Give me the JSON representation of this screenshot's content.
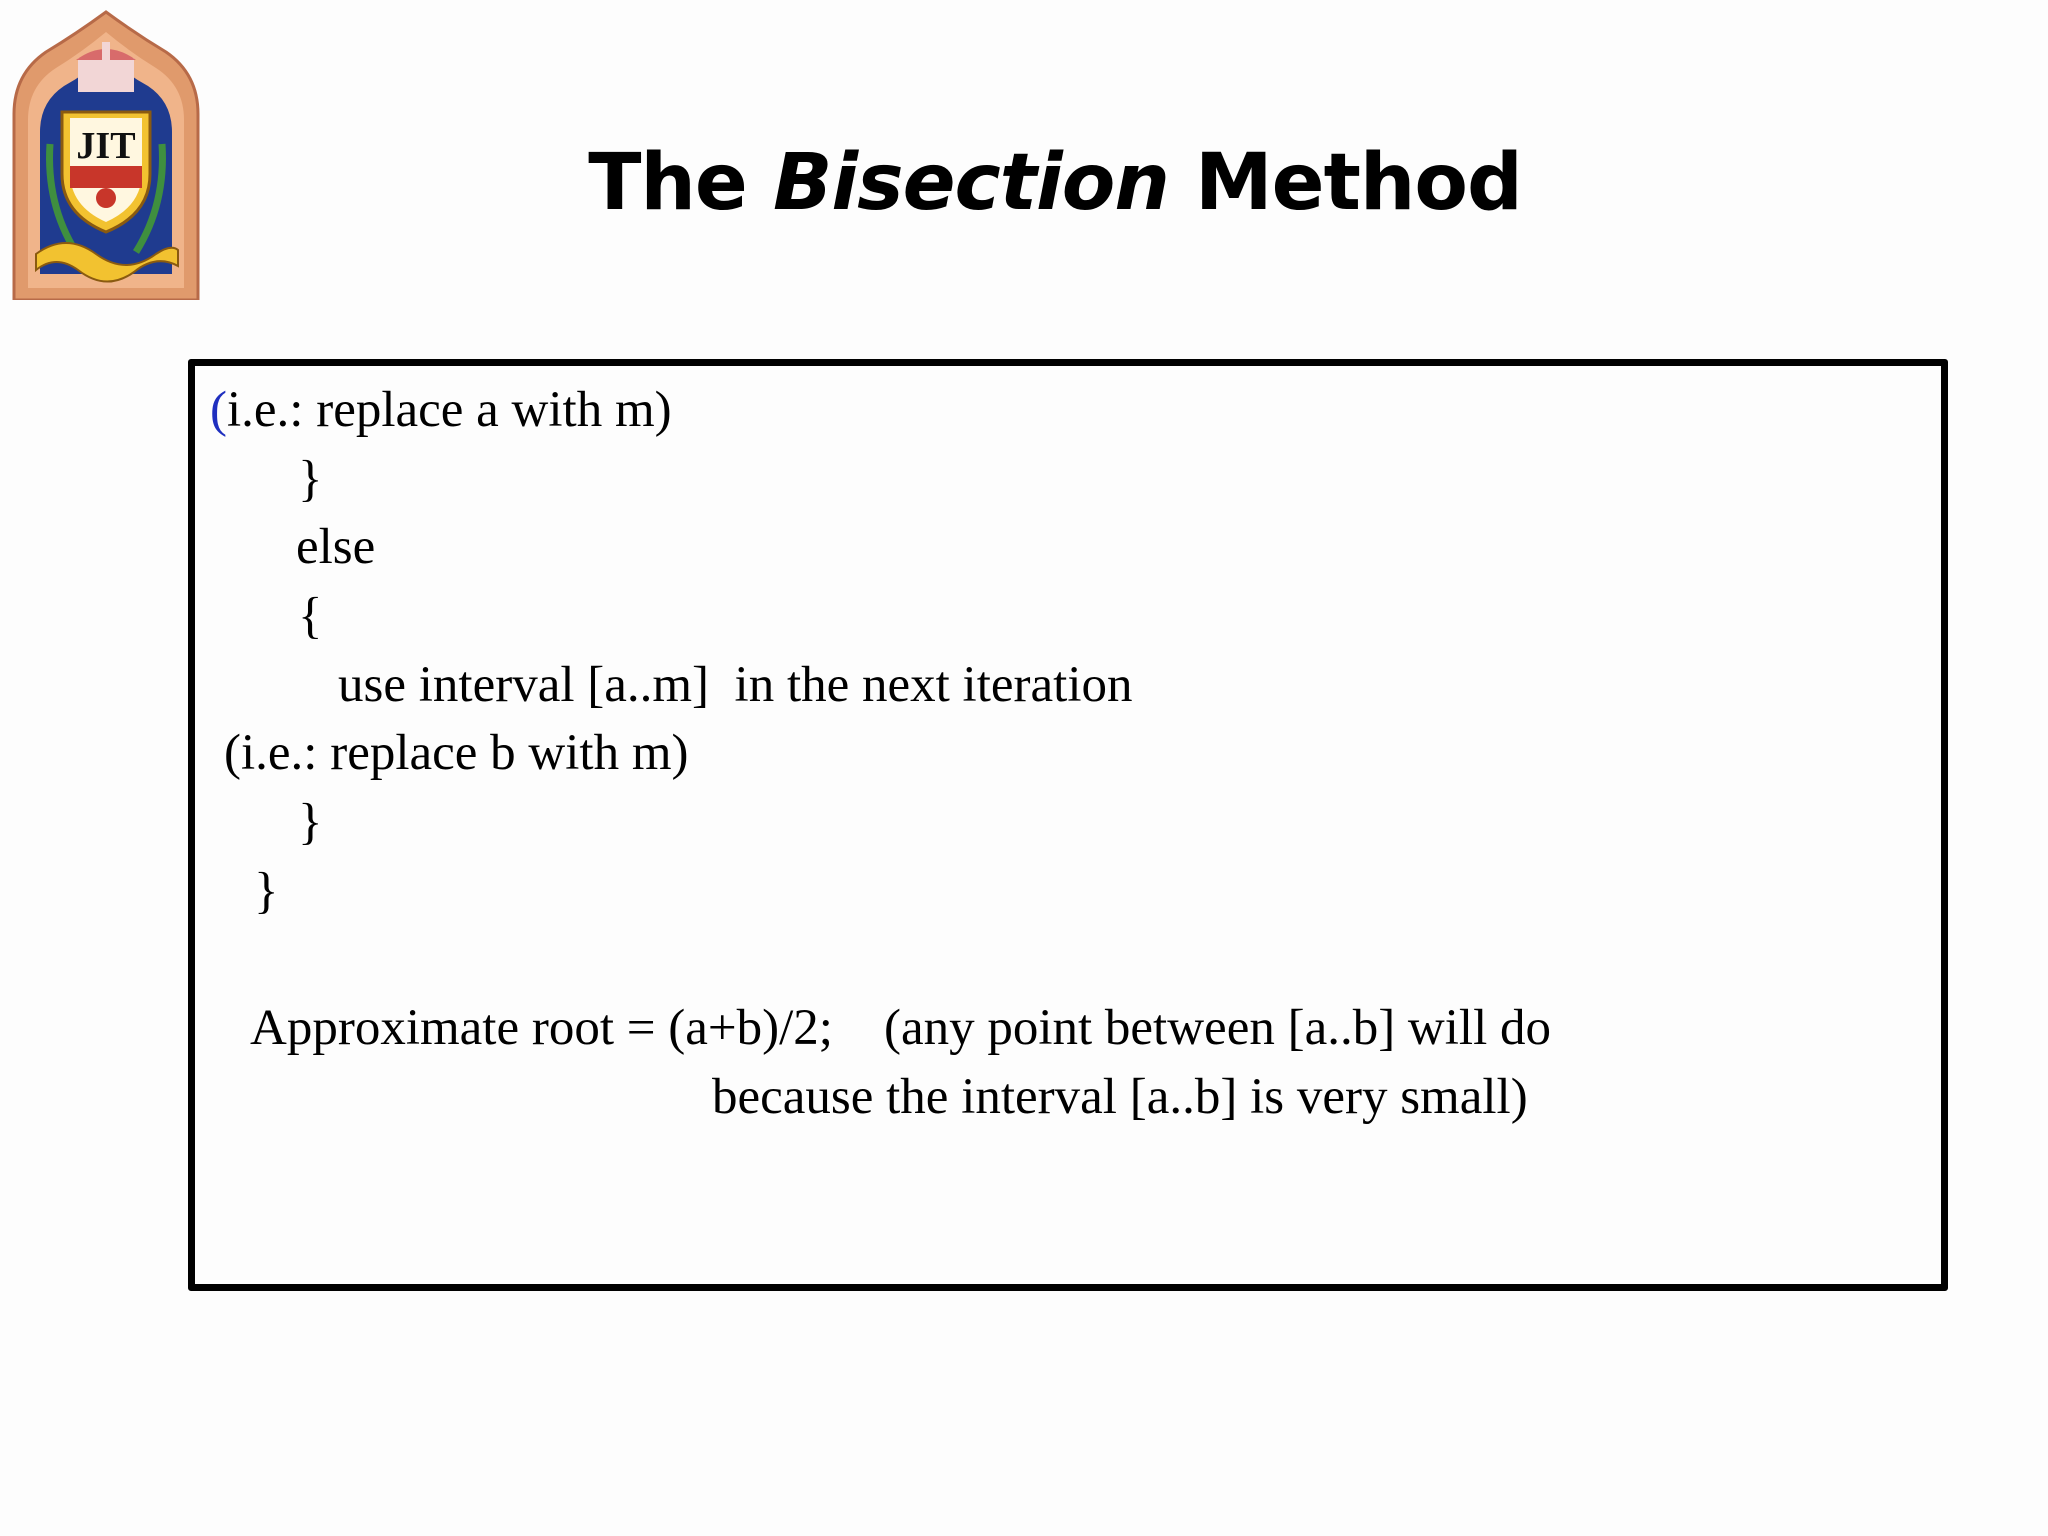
{
  "slide": {
    "title_pre": "The ",
    "title_em": "Bisection",
    "title_post": " Method",
    "logo_text": "JIT",
    "lines": {
      "l1_paren": "(",
      "l1_rest": "i.e.: replace a with m)",
      "l2": "}",
      "l3": "else",
      "l4": "{",
      "l5": "use interval [a..m]  in the next iteration",
      "l6": "(i.e.: replace b with m)",
      "l7": "}",
      "l8": "}",
      "l9": "Approximate root = (a+b)/2;    (any point between [a..b] will do",
      "l10": "because the interval [a..b] is very small)"
    }
  },
  "colors": {
    "accent_blue": "#1f2fbf",
    "text": "#000000",
    "background": "#fdfdfd"
  },
  "icons": {
    "logo": "institute-crest-icon"
  }
}
